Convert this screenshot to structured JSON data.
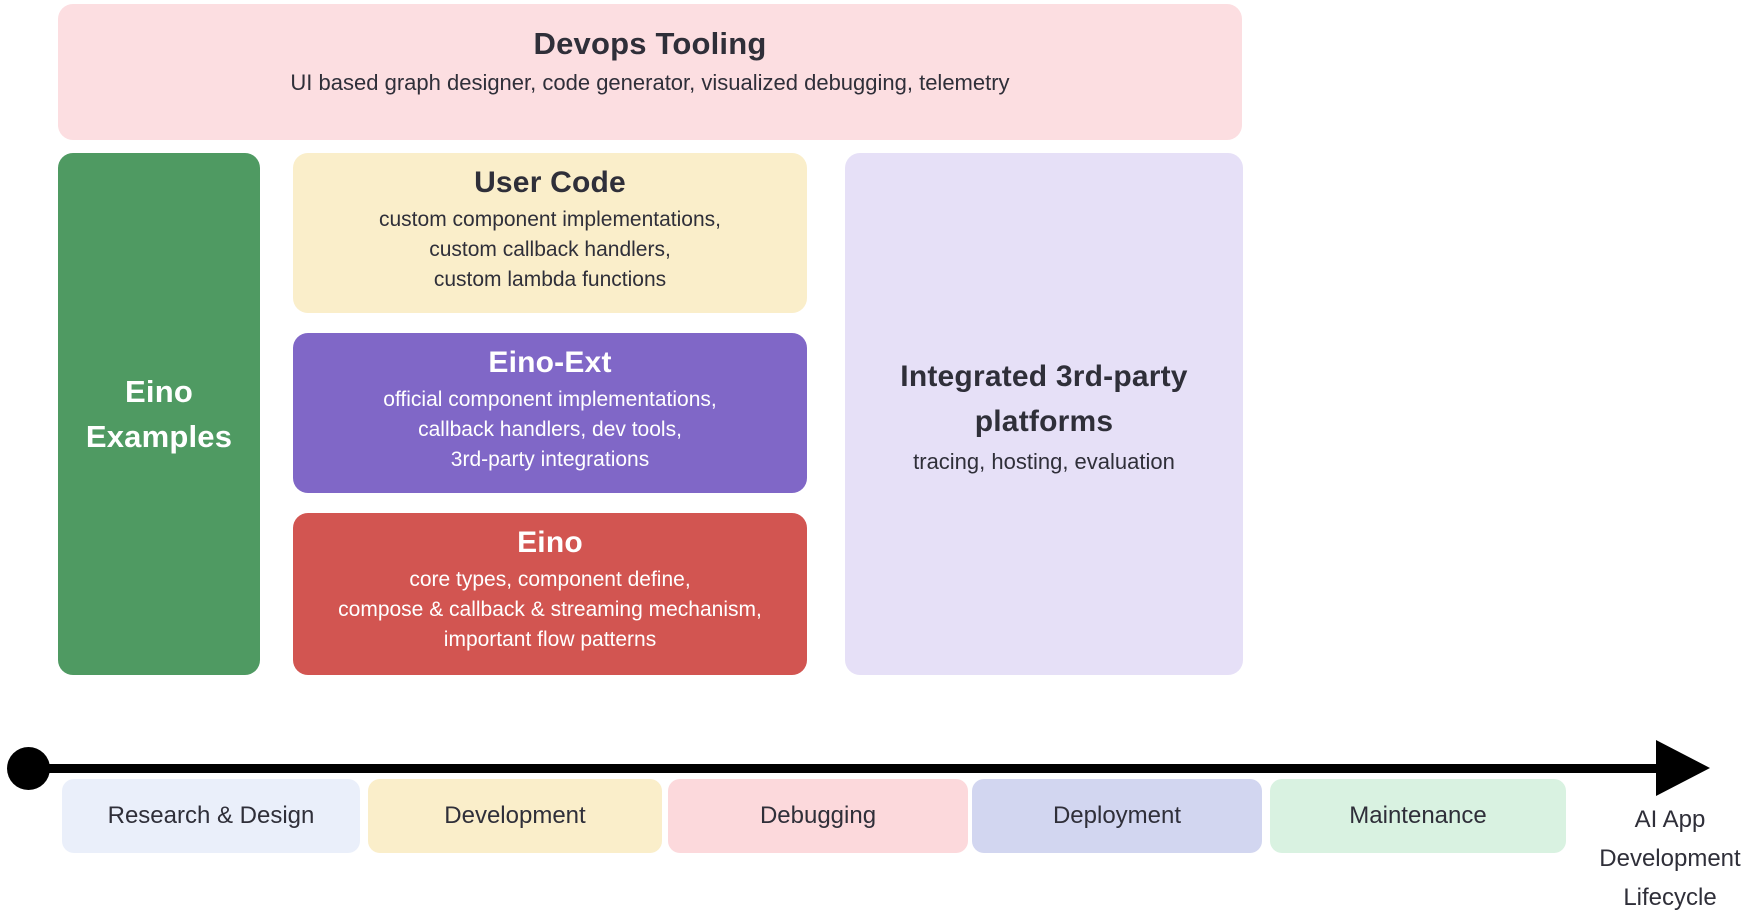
{
  "diagram": {
    "background": "#ffffff",
    "text_color_dark": "#2f2f39"
  },
  "devops": {
    "title": "Devops Tooling",
    "subtitle": "UI based graph designer, code generator, visualized debugging, telemetry",
    "color": "#fcdee1"
  },
  "examples": {
    "title": "Eino Examples",
    "color": "#4f9a62",
    "text_color": "#ffffff"
  },
  "user_code": {
    "title": "User Code",
    "lines": [
      "custom component implementations,",
      "custom callback handlers,",
      "custom lambda functions"
    ],
    "color": "#faeeca"
  },
  "eino_ext": {
    "title": "Eino-Ext",
    "lines": [
      "official component implementations,",
      "callback handlers, dev tools,",
      "3rd-party integrations"
    ],
    "color": "#8067c7",
    "text_color": "#ffffff"
  },
  "eino": {
    "title": "Eino",
    "lines": [
      "core types, component define,",
      "compose & callback & streaming mechanism,",
      "important flow patterns"
    ],
    "color": "#d25551",
    "text_color": "#ffffff"
  },
  "platforms": {
    "title": "Integrated 3rd-party platforms",
    "subtitle": "tracing, hosting, evaluation",
    "color": "#e6e0f7"
  },
  "timeline": {
    "color": "#000000",
    "phases": [
      {
        "label": "Research & Design",
        "color": "#eaeffa"
      },
      {
        "label": "Development",
        "color": "#faeeca"
      },
      {
        "label": "Debugging",
        "color": "#fcd9dc"
      },
      {
        "label": "Deployment",
        "color": "#d2d6f0"
      },
      {
        "label": "Maintenance",
        "color": "#d9f2e1"
      }
    ],
    "axis_label_lines": [
      "AI App",
      "Development",
      "Lifecycle"
    ]
  }
}
